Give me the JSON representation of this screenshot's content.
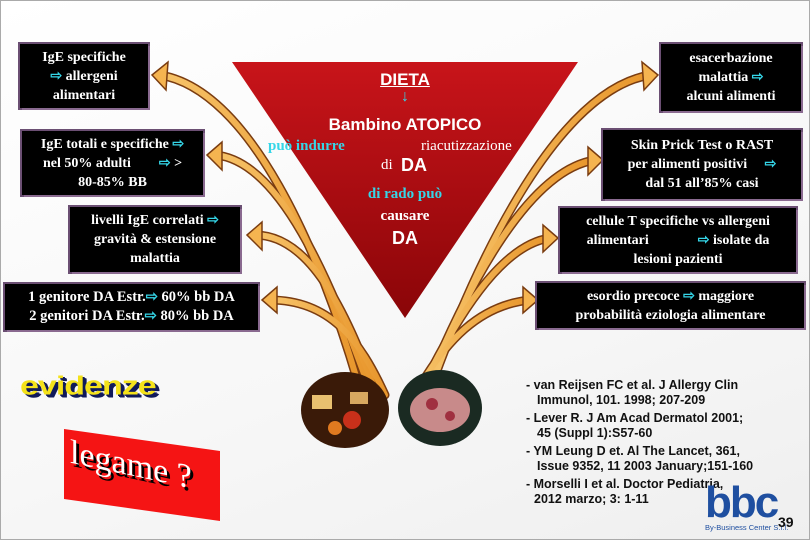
{
  "triangle": {
    "title": "DIETA",
    "arrow": "↓",
    "subject": "Bambino ATOPICO",
    "line1_cyan": "può indurre",
    "line1_white": "riacutizzazione",
    "line2_di": "di",
    "line2_da": "DA",
    "line3_cyan": "di rado può",
    "line4": "causare",
    "line5": "DA"
  },
  "left_boxes": [
    {
      "lines": [
        "IgE specifiche",
        "⇨ allergeni",
        "alimentari"
      ]
    },
    {
      "lines": [
        "IgE totali e specifiche ⇨",
        "nel 50% adulti        ⇨ >",
        "80-85% BB"
      ]
    },
    {
      "lines": [
        "livelli  IgE correlati ⇨",
        "gravità  & estensione",
        "malattia"
      ]
    },
    {
      "lines": [
        "1 genitore DA Estr.⇨ 60% bb DA",
        "2 genitori  DA Estr.⇨ 80% bb DA"
      ]
    }
  ],
  "right_boxes": [
    {
      "lines": [
        "esacerbazione",
        "malattia ⇨",
        "alcuni alimenti"
      ]
    },
    {
      "lines": [
        "Skin Prick Test o RAST",
        "per alimenti positivi     ⇨",
        "dal 51 all’85% casi"
      ]
    },
    {
      "lines": [
        "cellule T specifiche vs allergeni",
        "alimentari              ⇨ isolate da",
        "lesioni pazienti"
      ]
    },
    {
      "lines": [
        "esordio precoce ⇨ maggiore",
        "probabilità eziologia alimentare"
      ]
    }
  ],
  "evidenze": "evidenze",
  "legame": "legame ?",
  "references": [
    {
      "l1": "- van Reijsen FC et al. J Allergy Clin",
      "l2": "Immunol, 101. 1998; 207-209"
    },
    {
      "l1": "- Lever R. J Am Acad Dermatol 2001;",
      "l2": "45 (Suppl 1):S57-60"
    },
    {
      "l1": "- YM Leung D et. Al  The Lancet, 361,",
      "l2": "Issue 9352, 11 2003 January;151-160"
    },
    {
      "l1": "- Morselli I et al. Doctor Pediatria,",
      "l2": "2012 marzo; 3: 1-11"
    }
  ],
  "logo": {
    "mark": "bbc",
    "tagline": "By-Business Center S.r.l."
  },
  "page_number": "39",
  "colors": {
    "triangle": "#b30a0f",
    "cyan": "#35d6e8",
    "arrow_orange": "#f5b450"
  }
}
